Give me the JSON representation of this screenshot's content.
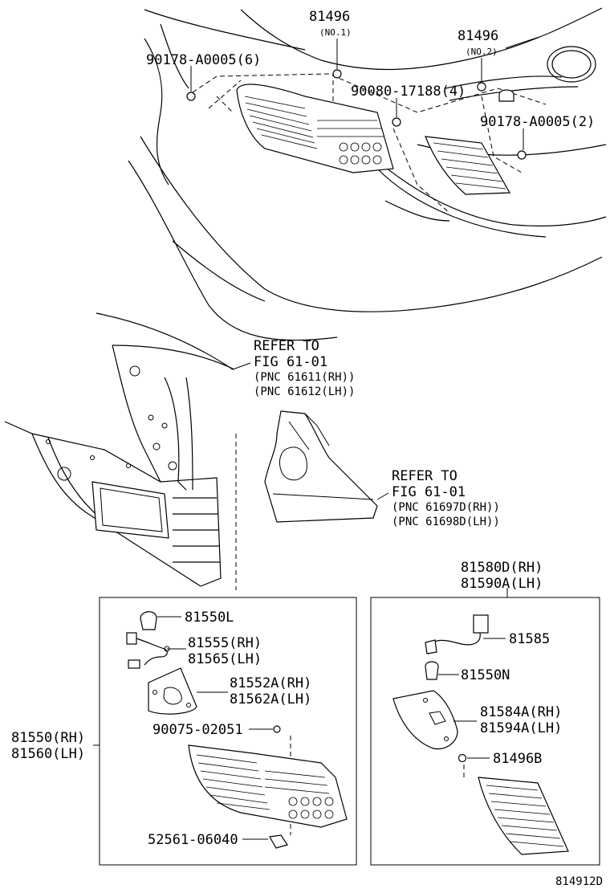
{
  "top_section": {
    "part_81496_no1": "81496",
    "part_81496_no1_note": "(NO.1)",
    "part_81496_no2": "81496",
    "part_81496_no2_note": "(NO.2)",
    "part_90178_6": "90178-A0005(6)",
    "part_90080": "90080-17188(4)",
    "part_90178_2": "90178-A0005(2)"
  },
  "refer_blocks": [
    {
      "title": "REFER TO",
      "fig": "FIG 61-01",
      "pnc_1": "(PNC 61611(RH))",
      "pnc_2": "(PNC 61612(LH))"
    },
    {
      "title": "REFER TO",
      "fig": "FIG 61-01",
      "pnc_1": "(PNC 61697D(RH))",
      "pnc_2": "(PNC 61698D(LH))"
    }
  ],
  "left_box": {
    "assembly_rh": "81550(RH)",
    "assembly_lh": "81560(LH)",
    "bulb": "81550L",
    "socket_rh": "81555(RH)",
    "socket_lh": "81565(LH)",
    "gasket_rh": "81552A(RH)",
    "gasket_lh": "81562A(LH)",
    "screw": "90075-02051",
    "clip": "52561-06040"
  },
  "right_box": {
    "assembly_rh": "81580D(RH)",
    "assembly_lh": "81590A(LH)",
    "socket": "81585",
    "bulb": "81550N",
    "gasket_rh": "81584A(RH)",
    "gasket_lh": "81594A(LH)",
    "nut": "81496B"
  },
  "figure_id": "814912D"
}
